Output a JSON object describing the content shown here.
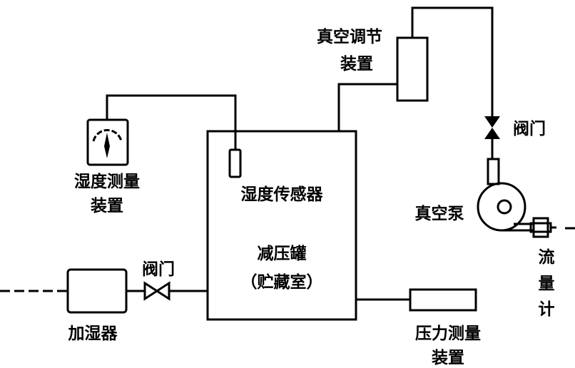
{
  "labels": {
    "humidity_meter": [
      "湿度测量",
      "装置"
    ],
    "humidity_sensor": "湿度传感器",
    "tank": [
      "减压罐",
      "（贮藏室）"
    ],
    "humidifier": "加湿器",
    "valve_left": "阀门",
    "pressure_meter": [
      "压力测量",
      "装置"
    ],
    "vacuum_regulator": [
      "真空调节",
      "装置"
    ],
    "valve_right": "阀门",
    "vacuum_pump": "真空泵",
    "flowmeter": [
      "流",
      "量",
      "计"
    ]
  },
  "colors": {
    "line": "#000000",
    "background": "#ffffff"
  }
}
